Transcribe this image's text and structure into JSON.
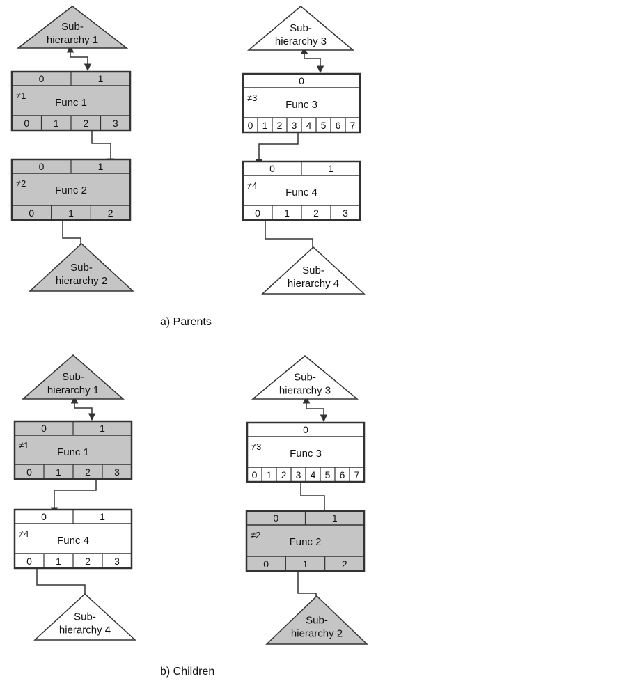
{
  "colors": {
    "parent_gray": "#c5c5c5",
    "child_white": "#ffffff",
    "stroke": "#333333"
  },
  "captions": {
    "parents": "a) Parents",
    "children": "b) Children"
  },
  "id_mark": "≠",
  "sub_prefix": "Sub-",
  "sub_suffix": "hierarchy",
  "subhierarchies": {
    "s1": {
      "num": "1"
    },
    "s2": {
      "num": "2"
    },
    "s3": {
      "num": "3"
    },
    "s4": {
      "num": "4"
    }
  },
  "functions": {
    "f1": {
      "name": "Func 1",
      "id": "1",
      "inputs": [
        "0",
        "1"
      ],
      "outputs": [
        "0",
        "1",
        "2",
        "3"
      ]
    },
    "f2": {
      "name": "Func 2",
      "id": "2",
      "inputs": [
        "0",
        "1"
      ],
      "outputs": [
        "0",
        "1",
        "2"
      ]
    },
    "f3": {
      "name": "Func 3",
      "id": "3",
      "inputs": [
        "0"
      ],
      "outputs": [
        "0",
        "1",
        "2",
        "3",
        "4",
        "5",
        "6",
        "7"
      ]
    },
    "f4": {
      "name": "Func 4",
      "id": "4",
      "inputs": [
        "0",
        "1"
      ],
      "outputs": [
        "0",
        "1",
        "2",
        "3"
      ]
    }
  }
}
